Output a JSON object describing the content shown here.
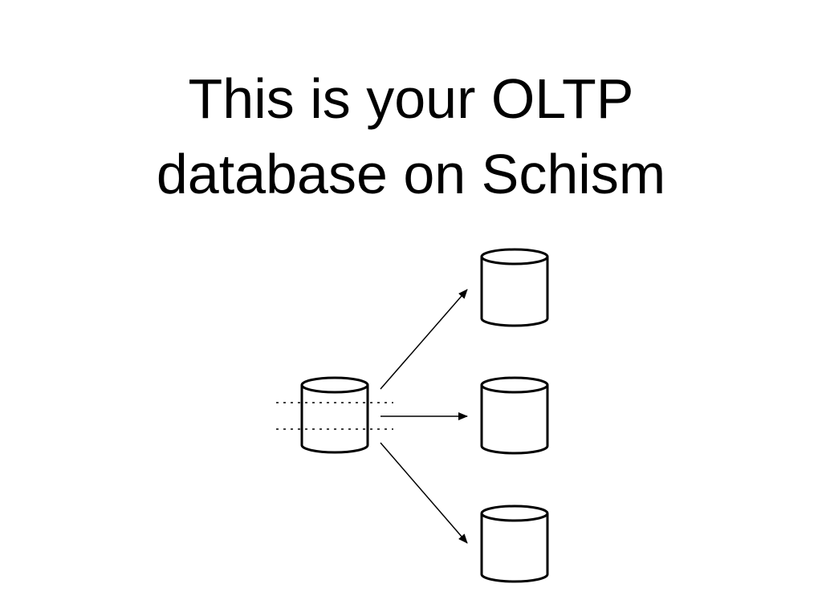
{
  "slide": {
    "title_line1": "This is your OLTP",
    "title_line2": "database on Schism"
  },
  "diagram": {
    "source": "single database partitioned by dotted lines",
    "targets": 3
  },
  "colors": {
    "ink": "#000000",
    "background": "#ffffff"
  }
}
